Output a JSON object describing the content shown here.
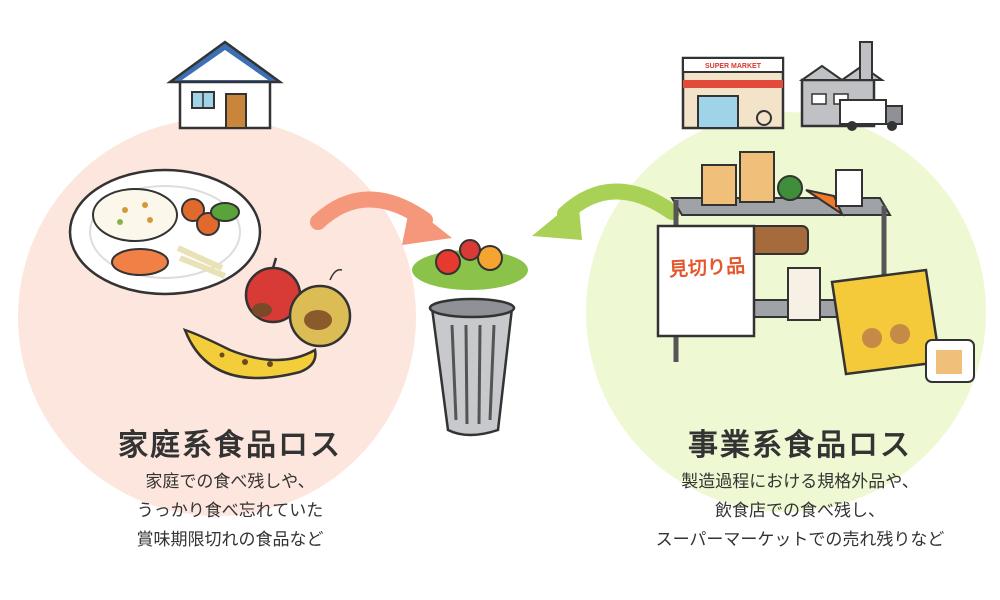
{
  "home": {
    "title": "家庭系食品ロス",
    "desc": [
      "家庭での食べ残しや、",
      "うっかり食べ忘れていた",
      "賞味期限切れの食品など"
    ]
  },
  "business": {
    "title": "事業系食品ロス",
    "desc": [
      "製造過程における規格外品や、",
      "飲食店での食べ残し、",
      "スーパーマーケットでの売れ残りなど"
    ],
    "sign": "見切り品",
    "supermarket_sign": "SUPER MARKET"
  },
  "colors": {
    "home_bg": "#fde6dd",
    "business_bg": "#eef8d2",
    "home_arrow": "#f4977a",
    "business_arrow": "#a9d155"
  },
  "icons": [
    "house-icon",
    "supermarket-icon",
    "factory-icon",
    "truck-icon",
    "trash-can-icon"
  ]
}
